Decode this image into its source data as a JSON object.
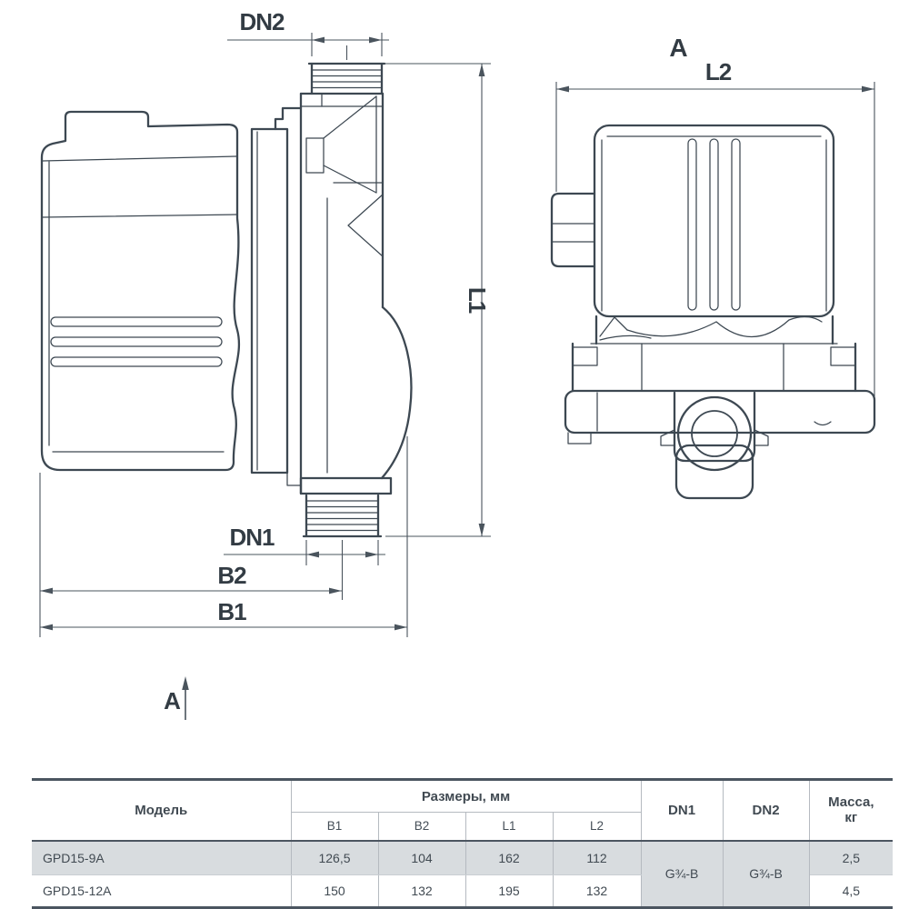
{
  "theme": {
    "line": "#3d4852",
    "dim": "#4a545d",
    "dtext": "#333c44",
    "ttext": "#414a52",
    "tline": "#b5bac0",
    "dline": "#4b5560",
    "hl": "#d8dcdf",
    "bg": "#ffffff"
  },
  "drawing": {
    "side_view": {
      "labels": {
        "dn2": "DN2",
        "dn1": "DN1",
        "l1": "L1",
        "b2": "B2",
        "b1": "B1",
        "section_arrow": "A"
      }
    },
    "front_view": {
      "labels": {
        "view": "A",
        "l2": "L2"
      }
    }
  },
  "table": {
    "headers": {
      "model": "Модель",
      "dimensions_group": "Размеры, мм",
      "b1": "B1",
      "b2": "B2",
      "l1": "L1",
      "l2": "L2",
      "dn1": "DN1",
      "dn2": "DN2",
      "mass_line1": "Масса,",
      "mass_line2": "кг"
    },
    "rows": [
      {
        "model": "GPD15-9A",
        "b1": "126,5",
        "b2": "104",
        "l1": "162",
        "l2": "112",
        "mass": "2,5"
      },
      {
        "model": "GPD15-12A",
        "b1": "150",
        "b2": "132",
        "l1": "195",
        "l2": "132",
        "mass": "4,5"
      }
    ],
    "dn1_value": "G¾-B",
    "dn2_value": "G¾-B"
  }
}
